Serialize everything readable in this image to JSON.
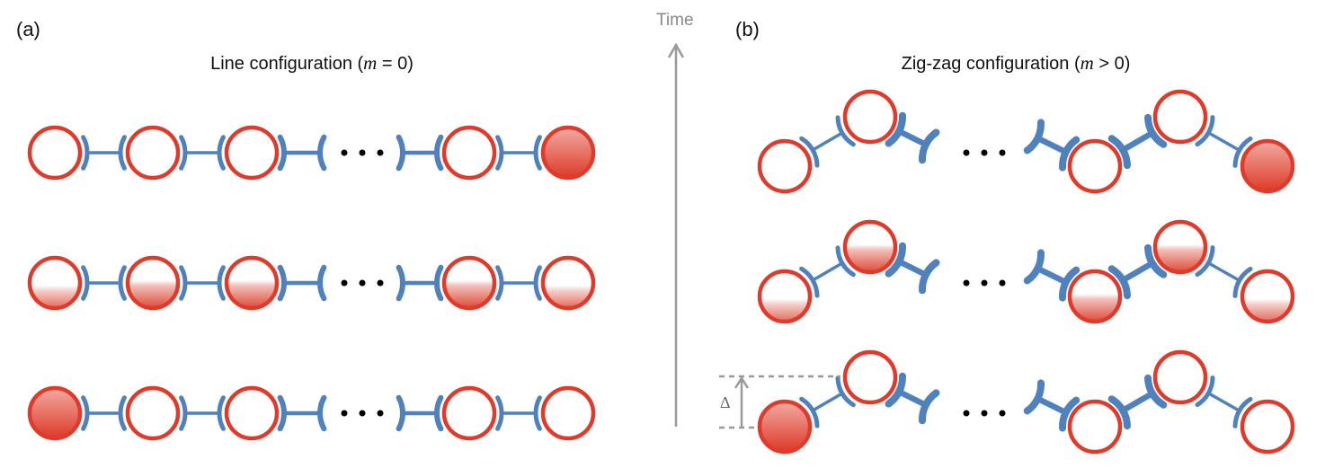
{
  "panel_a": {
    "label": "(a)",
    "title_prefix": "Line configuration (",
    "title_var": "m",
    "title_suffix": " = 0)",
    "rows_excitation": [
      [
        0,
        0,
        0,
        0,
        1
      ],
      [
        0.3,
        0.5,
        0.5,
        0.5,
        0.3
      ],
      [
        1,
        0,
        0,
        0,
        0
      ]
    ]
  },
  "panel_b": {
    "label": "(b)",
    "title_prefix": "Zig-zag configuration (",
    "title_var": "m",
    "title_suffix": " > 0)",
    "rows_excitation": [
      [
        0,
        0,
        0,
        0,
        1
      ],
      [
        0.4,
        0.5,
        0.5,
        0.5,
        0.4
      ],
      [
        1,
        0,
        0,
        0,
        0
      ]
    ],
    "displacement_label": "Δ"
  },
  "time_axis_label": "Time",
  "colors": {
    "ion": "#e03a2a",
    "bond": "#4f81bd",
    "arrow": "#999999",
    "dots": "#000000"
  }
}
